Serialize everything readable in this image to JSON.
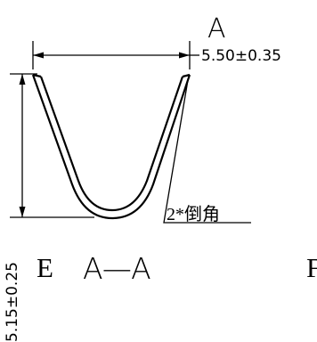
{
  "view_label_top": "A",
  "section_label": "A—A",
  "width_dimension": "5.50±0.35",
  "height_dimension": "5.15±0.25",
  "chamfer_note": "2*倒角",
  "letter_left": "E",
  "letter_right": "F",
  "colors": {
    "line": "#000000",
    "background": "#ffffff"
  }
}
